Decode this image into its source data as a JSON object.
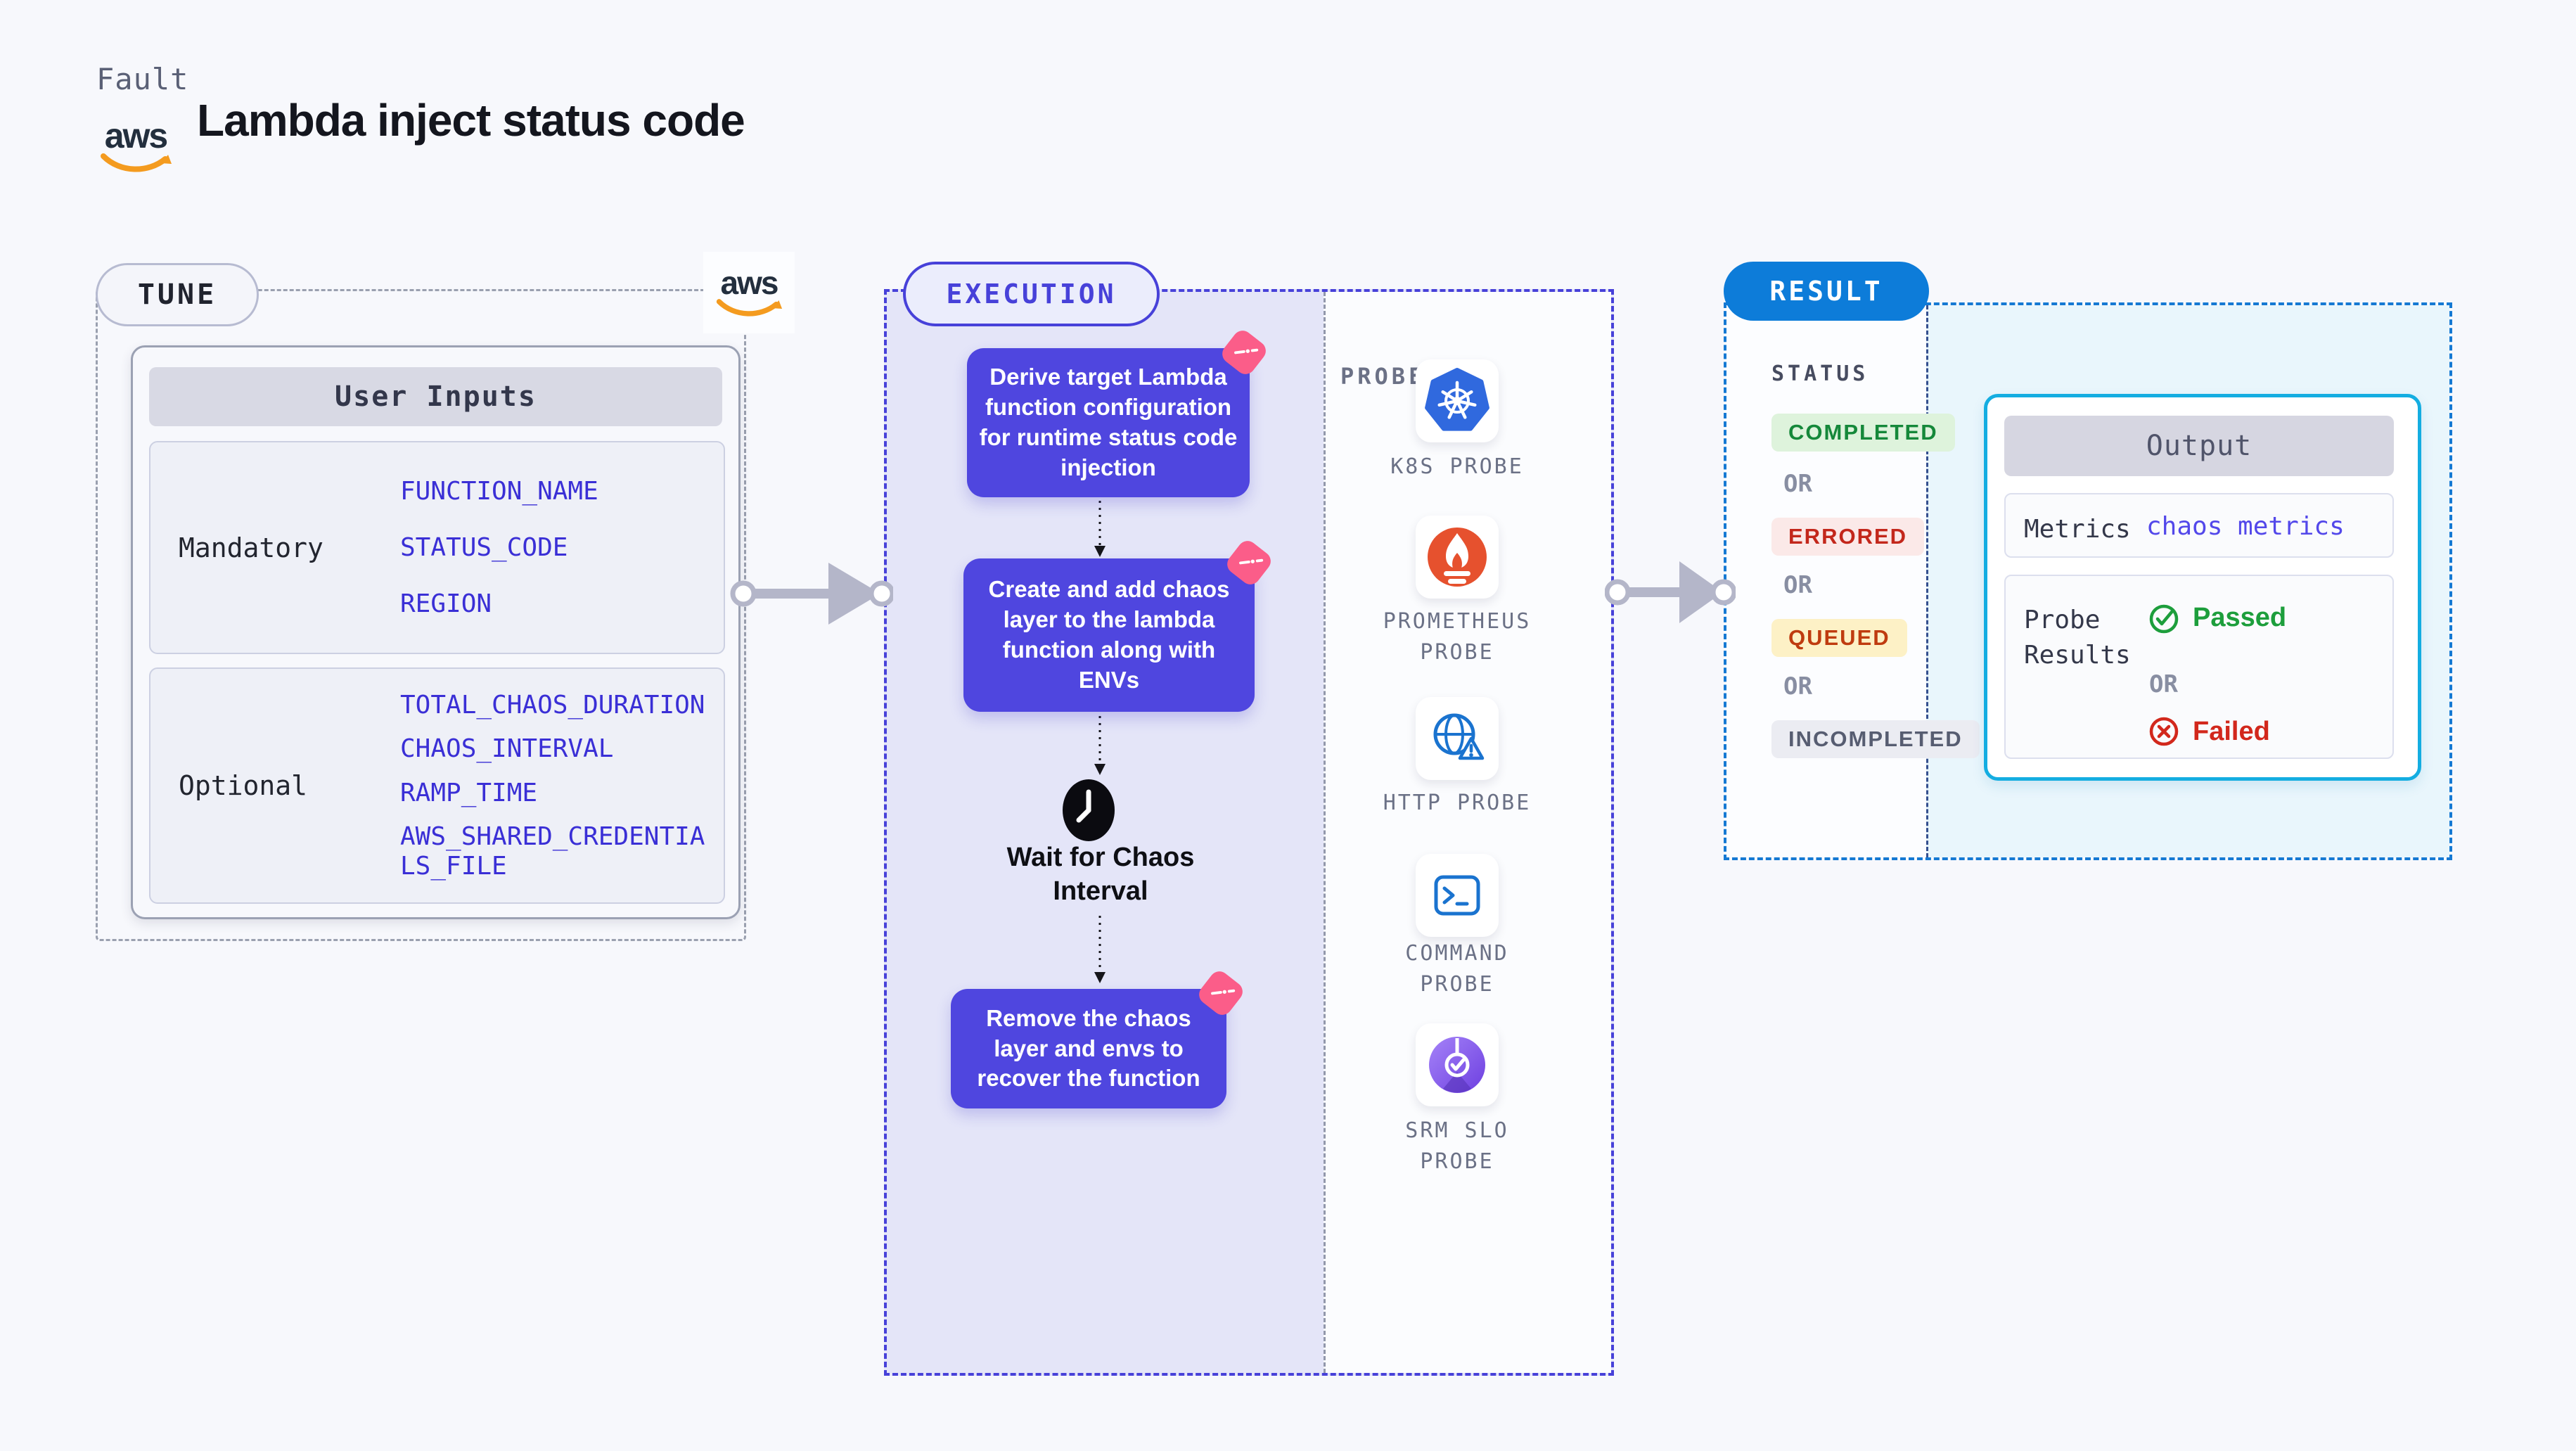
{
  "header": {
    "kicker": "Fault",
    "title": "Lambda inject status code",
    "aws_logo_text": "aws"
  },
  "tune": {
    "badge": "TUNE",
    "aws_logo_text": "aws",
    "user_inputs": {
      "title": "User Inputs",
      "groups": [
        {
          "label": "Mandatory",
          "fields": [
            "FUNCTION_NAME",
            "STATUS_CODE",
            "REGION"
          ]
        },
        {
          "label": "Optional",
          "fields": [
            "TOTAL_CHAOS_DURATION",
            "CHAOS_INTERVAL",
            "RAMP_TIME",
            "AWS_SHARED_CREDENTIALS_FILE"
          ]
        }
      ]
    }
  },
  "execution": {
    "badge": "EXECUTION",
    "steps": [
      {
        "text": "Derive target Lambda function configuration for runtime status code injection"
      },
      {
        "text": "Create and add chaos layer to the lambda function along with ENVs"
      },
      {
        "text": "Remove the chaos layer and envs to recover the function"
      }
    ],
    "wait_label": "Wait for Chaos Interval",
    "probes": {
      "title": "PROBES",
      "items": [
        {
          "name": "K8S PROBE",
          "icon": "kubernetes-icon"
        },
        {
          "name": "PROMETHEUS PROBE",
          "icon": "prometheus-icon"
        },
        {
          "name": "HTTP PROBE",
          "icon": "http-globe-icon"
        },
        {
          "name": "COMMAND PROBE",
          "icon": "command-terminal-icon"
        },
        {
          "name": "SRM SLO PROBE",
          "icon": "srm-slo-icon"
        }
      ]
    }
  },
  "result": {
    "badge": "RESULT",
    "status": {
      "label": "STATUS",
      "or": "OR",
      "items": [
        {
          "text": "COMPLETED",
          "fg": "#15883a",
          "bg": "#def3dc"
        },
        {
          "text": "ERRORED",
          "fg": "#c3271b",
          "bg": "#fbe9e8"
        },
        {
          "text": "QUEUED",
          "fg": "#bf3b0f",
          "bg": "#fdf1c6"
        },
        {
          "text": "INCOMPLETED",
          "fg": "#575d71",
          "bg": "#ebecf2"
        }
      ]
    },
    "output": {
      "title": "Output",
      "metrics_label": "Metrics",
      "metrics_value": "chaos metrics",
      "probe_results_label": "Probe Results",
      "passed": "Passed",
      "or": "OR",
      "failed": "Failed"
    }
  },
  "colors": {
    "page_bg": "#f7f8fc",
    "execution_accent": "#4741d9",
    "execution_bg": "#e4e5f8",
    "step_bg": "#4f46df",
    "chaos_badge_pink": "#fb5d89",
    "tune_border": "#9aa0af",
    "field_blue": "#3a2fd6",
    "result_blue": "#0d7cd9",
    "output_border": "#14ade1",
    "cyan_panel_bg": "#e9f6fc",
    "passed_green": "#1d9e3c",
    "failed_red": "#d2281c",
    "aws_orange": "#f49b1f",
    "kubernetes_blue": "#3069de",
    "prometheus_orange": "#e6512e",
    "probe_icon_blue": "#1a73cf",
    "srm_purple": "#7c4df0"
  }
}
